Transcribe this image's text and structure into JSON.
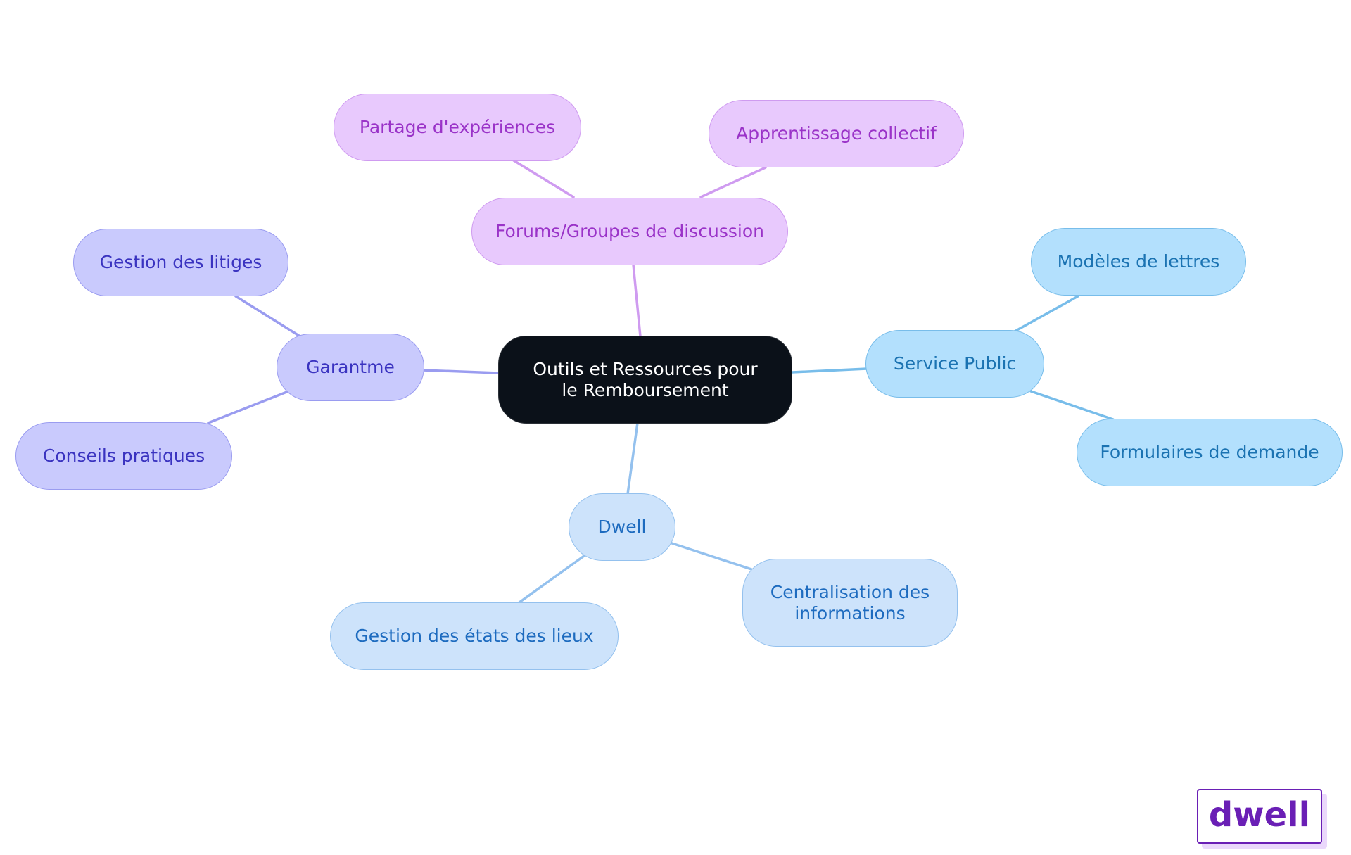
{
  "diagram": {
    "root": {
      "label": "Outils et Ressources pour le Remboursement"
    },
    "branches": {
      "forums": {
        "label": "Forums/Groupes de discussion",
        "children": [
          "Partage d'expériences",
          "Apprentissage collectif"
        ]
      },
      "garantme": {
        "label": "Garantme",
        "children": [
          "Gestion des litiges",
          "Conseils pratiques"
        ]
      },
      "service_public": {
        "label": "Service Public",
        "children": [
          "Modèles de lettres",
          "Formulaires de demande"
        ]
      },
      "dwell": {
        "label": "Dwell",
        "children": [
          "Gestion des états des lieux",
          "Centralisation des informations"
        ]
      }
    },
    "colors": {
      "root": "#0b1119",
      "forums": "#e8c9fd",
      "garantme": "#c9cafd",
      "service_public": "#b3e0fd",
      "dwell": "#cde3fb"
    }
  },
  "logo": {
    "text": "dwell",
    "color": "#6a1fb5"
  }
}
